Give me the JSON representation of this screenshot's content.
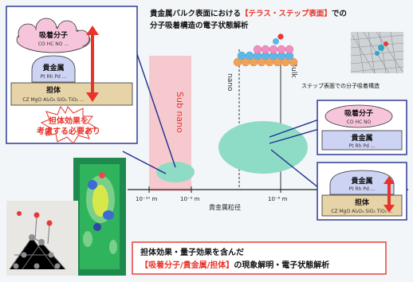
{
  "header": {
    "line1_prefix": "貴金属バルク表面における",
    "line1_highlight": "【テラス・ステップ表面】",
    "line1_suffix": "での",
    "line2": "分子吸着構造の電子状態解析",
    "step_caption": "ステップ表面での分子吸着構造"
  },
  "left_panel": {
    "adsorbate_title": "吸着分子",
    "adsorbate_examples": "CO HC NO ...",
    "metal_title": "貴金属",
    "metal_examples": "Pt Rh Pd ...",
    "support_title": "担体",
    "support_examples": "CZ MgO Al₂O₃ SiO₂ TiO₂ ...",
    "support_effect_line1": "担体効果を",
    "support_effect_line2": "考慮する必要あり"
  },
  "axis": {
    "region_sub_nano": "Sub nano",
    "region_nano": "nano",
    "region_bulk": "Bulk",
    "tick_1": "10⁻¹⁰ m",
    "tick_2": "10⁻⁹ m",
    "tick_3": "10⁻⁶ m",
    "label": "貴金属粒径"
  },
  "right_top_box": {
    "adsorbate_title": "吸着分子",
    "adsorbate_examples": "CO HC NO",
    "metal_title": "貴金属",
    "metal_examples": "Pt Rh Pd ..."
  },
  "right_bottom_box": {
    "metal_title": "貴金属",
    "metal_examples": "Pt Rh Pd ...",
    "support_title": "担体",
    "support_examples": "CZ MgO Al₂O₃ SiO₂ TiO₂ ..."
  },
  "footer": {
    "line1": "担体効果・量子効果を含んだ",
    "line2_highlight": "【吸着分子/貴金属/担体】",
    "line2_suffix": "の現象解明・電子状態解析"
  },
  "colors": {
    "red_text": "#e8332a",
    "navy_line": "#1e2f8c",
    "pink_band": "#f6c9cf",
    "support_fill": "#e6d3a8",
    "ellipse_fill": "#8fdcc6"
  }
}
